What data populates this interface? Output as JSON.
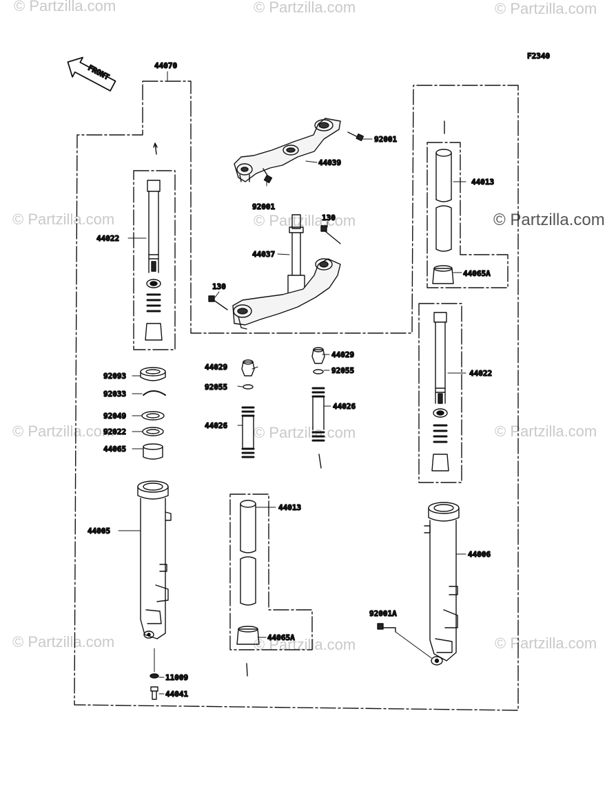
{
  "diagram": {
    "code": "F2340",
    "front_label": "FRONT"
  },
  "watermarks": [
    "© Partzilla.com",
    "© Partzilla.com",
    "© Partzilla.com",
    "© Partzilla.com",
    "© Partzilla.com",
    "© Partzilla.com",
    "© Partzilla.com",
    "© Partzilla.com",
    "© Partzilla.com",
    "© Partzilla.com",
    "© Partzilla.com",
    "© Partzilla.com"
  ],
  "parts": {
    "p44070": "44070",
    "p92001_top": "92001",
    "p44039": "44039",
    "p92001_mid": "92001",
    "p130_top": "130",
    "p44037": "44037",
    "p130_left": "130",
    "p44022_left": "44022",
    "p44013_top": "44013",
    "p44065A_top": "44065A",
    "p44022_right": "44022",
    "p44029_mid": "44029",
    "p92055_mid": "92055",
    "p44026_mid": "44026",
    "p44029_right": "44029",
    "p92055_right": "92055",
    "p44026_right": "44026",
    "p92093": "92093",
    "p92033": "92033",
    "p92049": "92049",
    "p92022": "92022",
    "p44065": "44065",
    "p44005": "44005",
    "p44013_bot": "44013",
    "p44065A_bot": "44065A",
    "p44006": "44006",
    "p92001A": "92001A",
    "p11009": "11009",
    "p44041": "44041"
  }
}
